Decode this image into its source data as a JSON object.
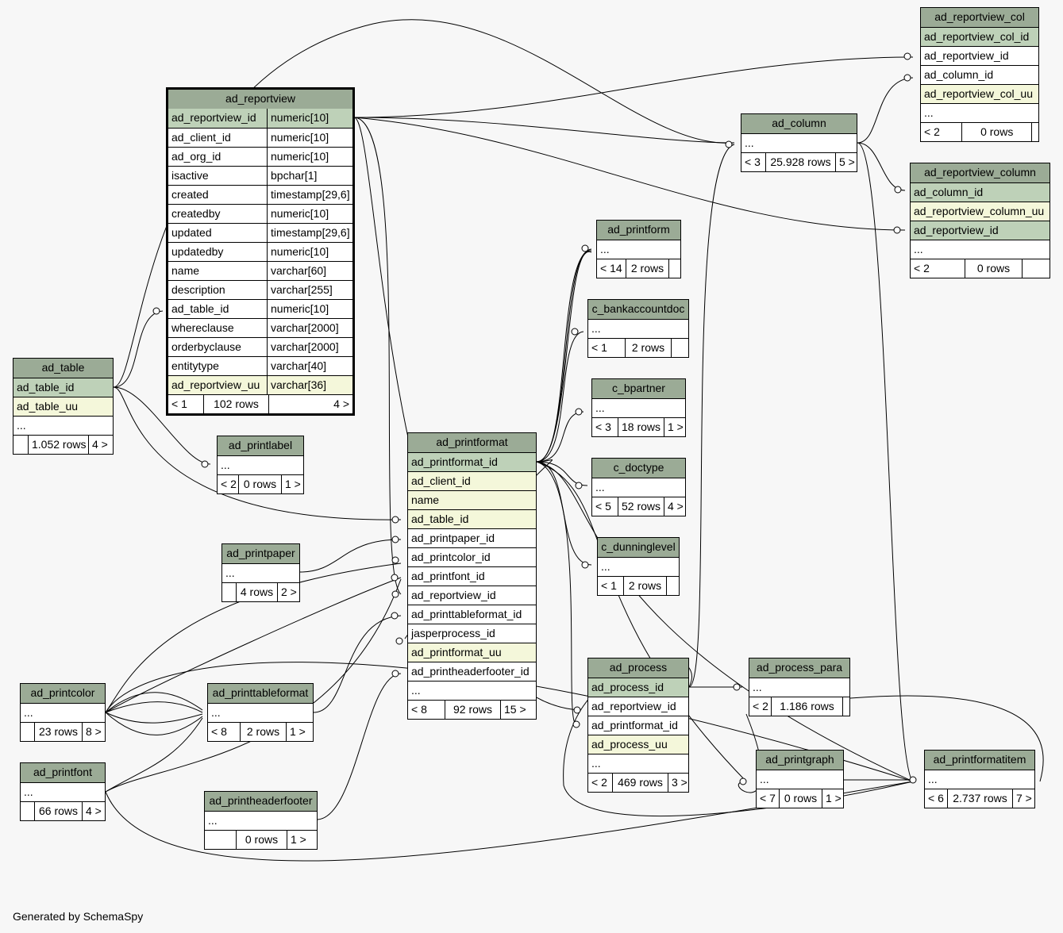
{
  "tables": {
    "ad_reportview": {
      "name": "ad_reportview",
      "columns": [
        [
          "ad_reportview_id",
          "numeric[10]"
        ],
        [
          "ad_client_id",
          "numeric[10]"
        ],
        [
          "ad_org_id",
          "numeric[10]"
        ],
        [
          "isactive",
          "bpchar[1]"
        ],
        [
          "created",
          "timestamp[29,6]"
        ],
        [
          "createdby",
          "numeric[10]"
        ],
        [
          "updated",
          "timestamp[29,6]"
        ],
        [
          "updatedby",
          "numeric[10]"
        ],
        [
          "name",
          "varchar[60]"
        ],
        [
          "description",
          "varchar[255]"
        ],
        [
          "ad_table_id",
          "numeric[10]"
        ],
        [
          "whereclause",
          "varchar[2000]"
        ],
        [
          "orderbyclause",
          "varchar[2000]"
        ],
        [
          "entitytype",
          "varchar[40]"
        ],
        [
          "ad_reportview_uu",
          "varchar[36]"
        ]
      ],
      "footer": [
        "< 1",
        "102 rows",
        "4 >"
      ]
    },
    "ad_table": {
      "name": "ad_table",
      "columns": [
        "ad_table_id",
        "ad_table_uu",
        "..."
      ],
      "footer": [
        "",
        "1.052 rows",
        "4 >"
      ]
    },
    "ad_printlabel": {
      "name": "ad_printlabel",
      "columns": [
        "..."
      ],
      "footer": [
        "< 2",
        "0 rows",
        "1 >"
      ]
    },
    "ad_printpaper": {
      "name": "ad_printpaper",
      "columns": [
        "..."
      ],
      "footer": [
        "",
        "4 rows",
        "2 >"
      ]
    },
    "ad_printcolor": {
      "name": "ad_printcolor",
      "columns": [
        "..."
      ],
      "footer": [
        "",
        "23 rows",
        "8 >"
      ]
    },
    "ad_printfont": {
      "name": "ad_printfont",
      "columns": [
        "..."
      ],
      "footer": [
        "",
        "66 rows",
        "4 >"
      ]
    },
    "ad_printtableformat": {
      "name": "ad_printtableformat",
      "columns": [
        "..."
      ],
      "footer": [
        "< 8",
        "2 rows",
        "1 >"
      ]
    },
    "ad_printheaderfooter": {
      "name": "ad_printheaderfooter",
      "columns": [
        "..."
      ],
      "footer": [
        "",
        "0 rows",
        "1 >"
      ]
    },
    "ad_printformat": {
      "name": "ad_printformat",
      "columns": [
        "ad_printformat_id",
        "ad_client_id",
        "name",
        "ad_table_id",
        "ad_printpaper_id",
        "ad_printcolor_id",
        "ad_printfont_id",
        "ad_reportview_id",
        "ad_printtableformat_id",
        "jasperprocess_id",
        "ad_printformat_uu",
        "ad_printheaderfooter_id",
        "..."
      ],
      "footer": [
        "< 8",
        "92 rows",
        "15 >"
      ]
    },
    "ad_printform": {
      "name": "ad_printform",
      "columns": [
        "..."
      ],
      "footer": [
        "< 14",
        "2 rows",
        ""
      ]
    },
    "c_bankaccountdoc": {
      "name": "c_bankaccountdoc",
      "columns": [
        "..."
      ],
      "footer": [
        "< 1",
        "2 rows",
        ""
      ]
    },
    "c_bpartner": {
      "name": "c_bpartner",
      "columns": [
        "..."
      ],
      "footer": [
        "< 3",
        "18 rows",
        "1 >"
      ]
    },
    "c_doctype": {
      "name": "c_doctype",
      "columns": [
        "..."
      ],
      "footer": [
        "< 5",
        "52 rows",
        "4 >"
      ]
    },
    "c_dunninglevel": {
      "name": "c_dunninglevel",
      "columns": [
        "..."
      ],
      "footer": [
        "< 1",
        "2 rows",
        ""
      ]
    },
    "ad_column": {
      "name": "ad_column",
      "columns": [
        "..."
      ],
      "footer": [
        "< 3",
        "25.928 rows",
        "5 >"
      ]
    },
    "ad_reportview_col": {
      "name": "ad_reportview_col",
      "columns": [
        "ad_reportview_col_id",
        "ad_reportview_id",
        "ad_column_id",
        "ad_reportview_col_uu",
        "..."
      ],
      "footer": [
        "< 2",
        "0 rows",
        ""
      ]
    },
    "ad_reportview_column": {
      "name": "ad_reportview_column",
      "columns": [
        "ad_column_id",
        "ad_reportview_column_uu",
        "ad_reportview_id",
        "..."
      ],
      "footer": [
        "< 2",
        "0 rows",
        ""
      ]
    },
    "ad_process": {
      "name": "ad_process",
      "columns": [
        "ad_process_id",
        "ad_reportview_id",
        "ad_printformat_id",
        "ad_process_uu",
        "..."
      ],
      "footer": [
        "< 2",
        "469 rows",
        "3 >"
      ]
    },
    "ad_process_para": {
      "name": "ad_process_para",
      "columns": [
        "..."
      ],
      "footer": [
        "< 2",
        "1.186 rows",
        ""
      ]
    },
    "ad_printgraph": {
      "name": "ad_printgraph",
      "columns": [
        "..."
      ],
      "footer": [
        "< 7",
        "0 rows",
        "1 >"
      ]
    },
    "ad_printformatitem": {
      "name": "ad_printformatitem",
      "columns": [
        "..."
      ],
      "footer": [
        "< 6",
        "2.737 rows",
        "7 >"
      ]
    }
  },
  "footer_note": "Generated by SchemaSpy"
}
